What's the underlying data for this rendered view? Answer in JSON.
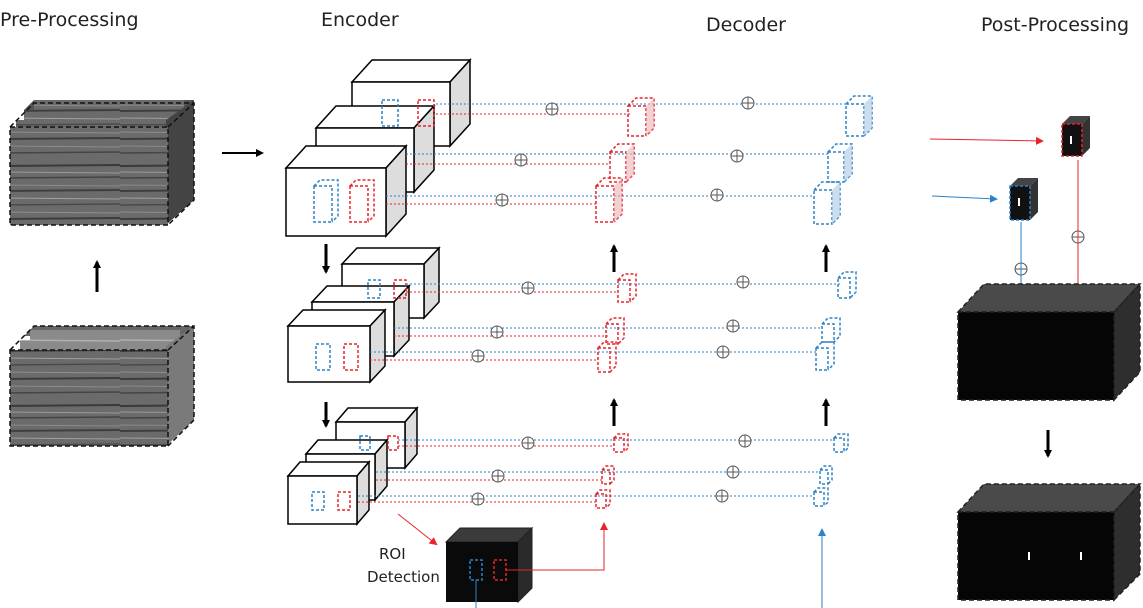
{
  "sections": {
    "pre_processing": "Pre-Processing",
    "encoder": "Encoder",
    "decoder": "Decoder",
    "post_processing": "Post-Processing"
  },
  "roi": {
    "line1": "ROI",
    "line2": "Detection"
  },
  "colors": {
    "red": "#e8232a",
    "blue": "#2b82c9",
    "dark": "#0a0a0a",
    "gray": "#555555"
  }
}
